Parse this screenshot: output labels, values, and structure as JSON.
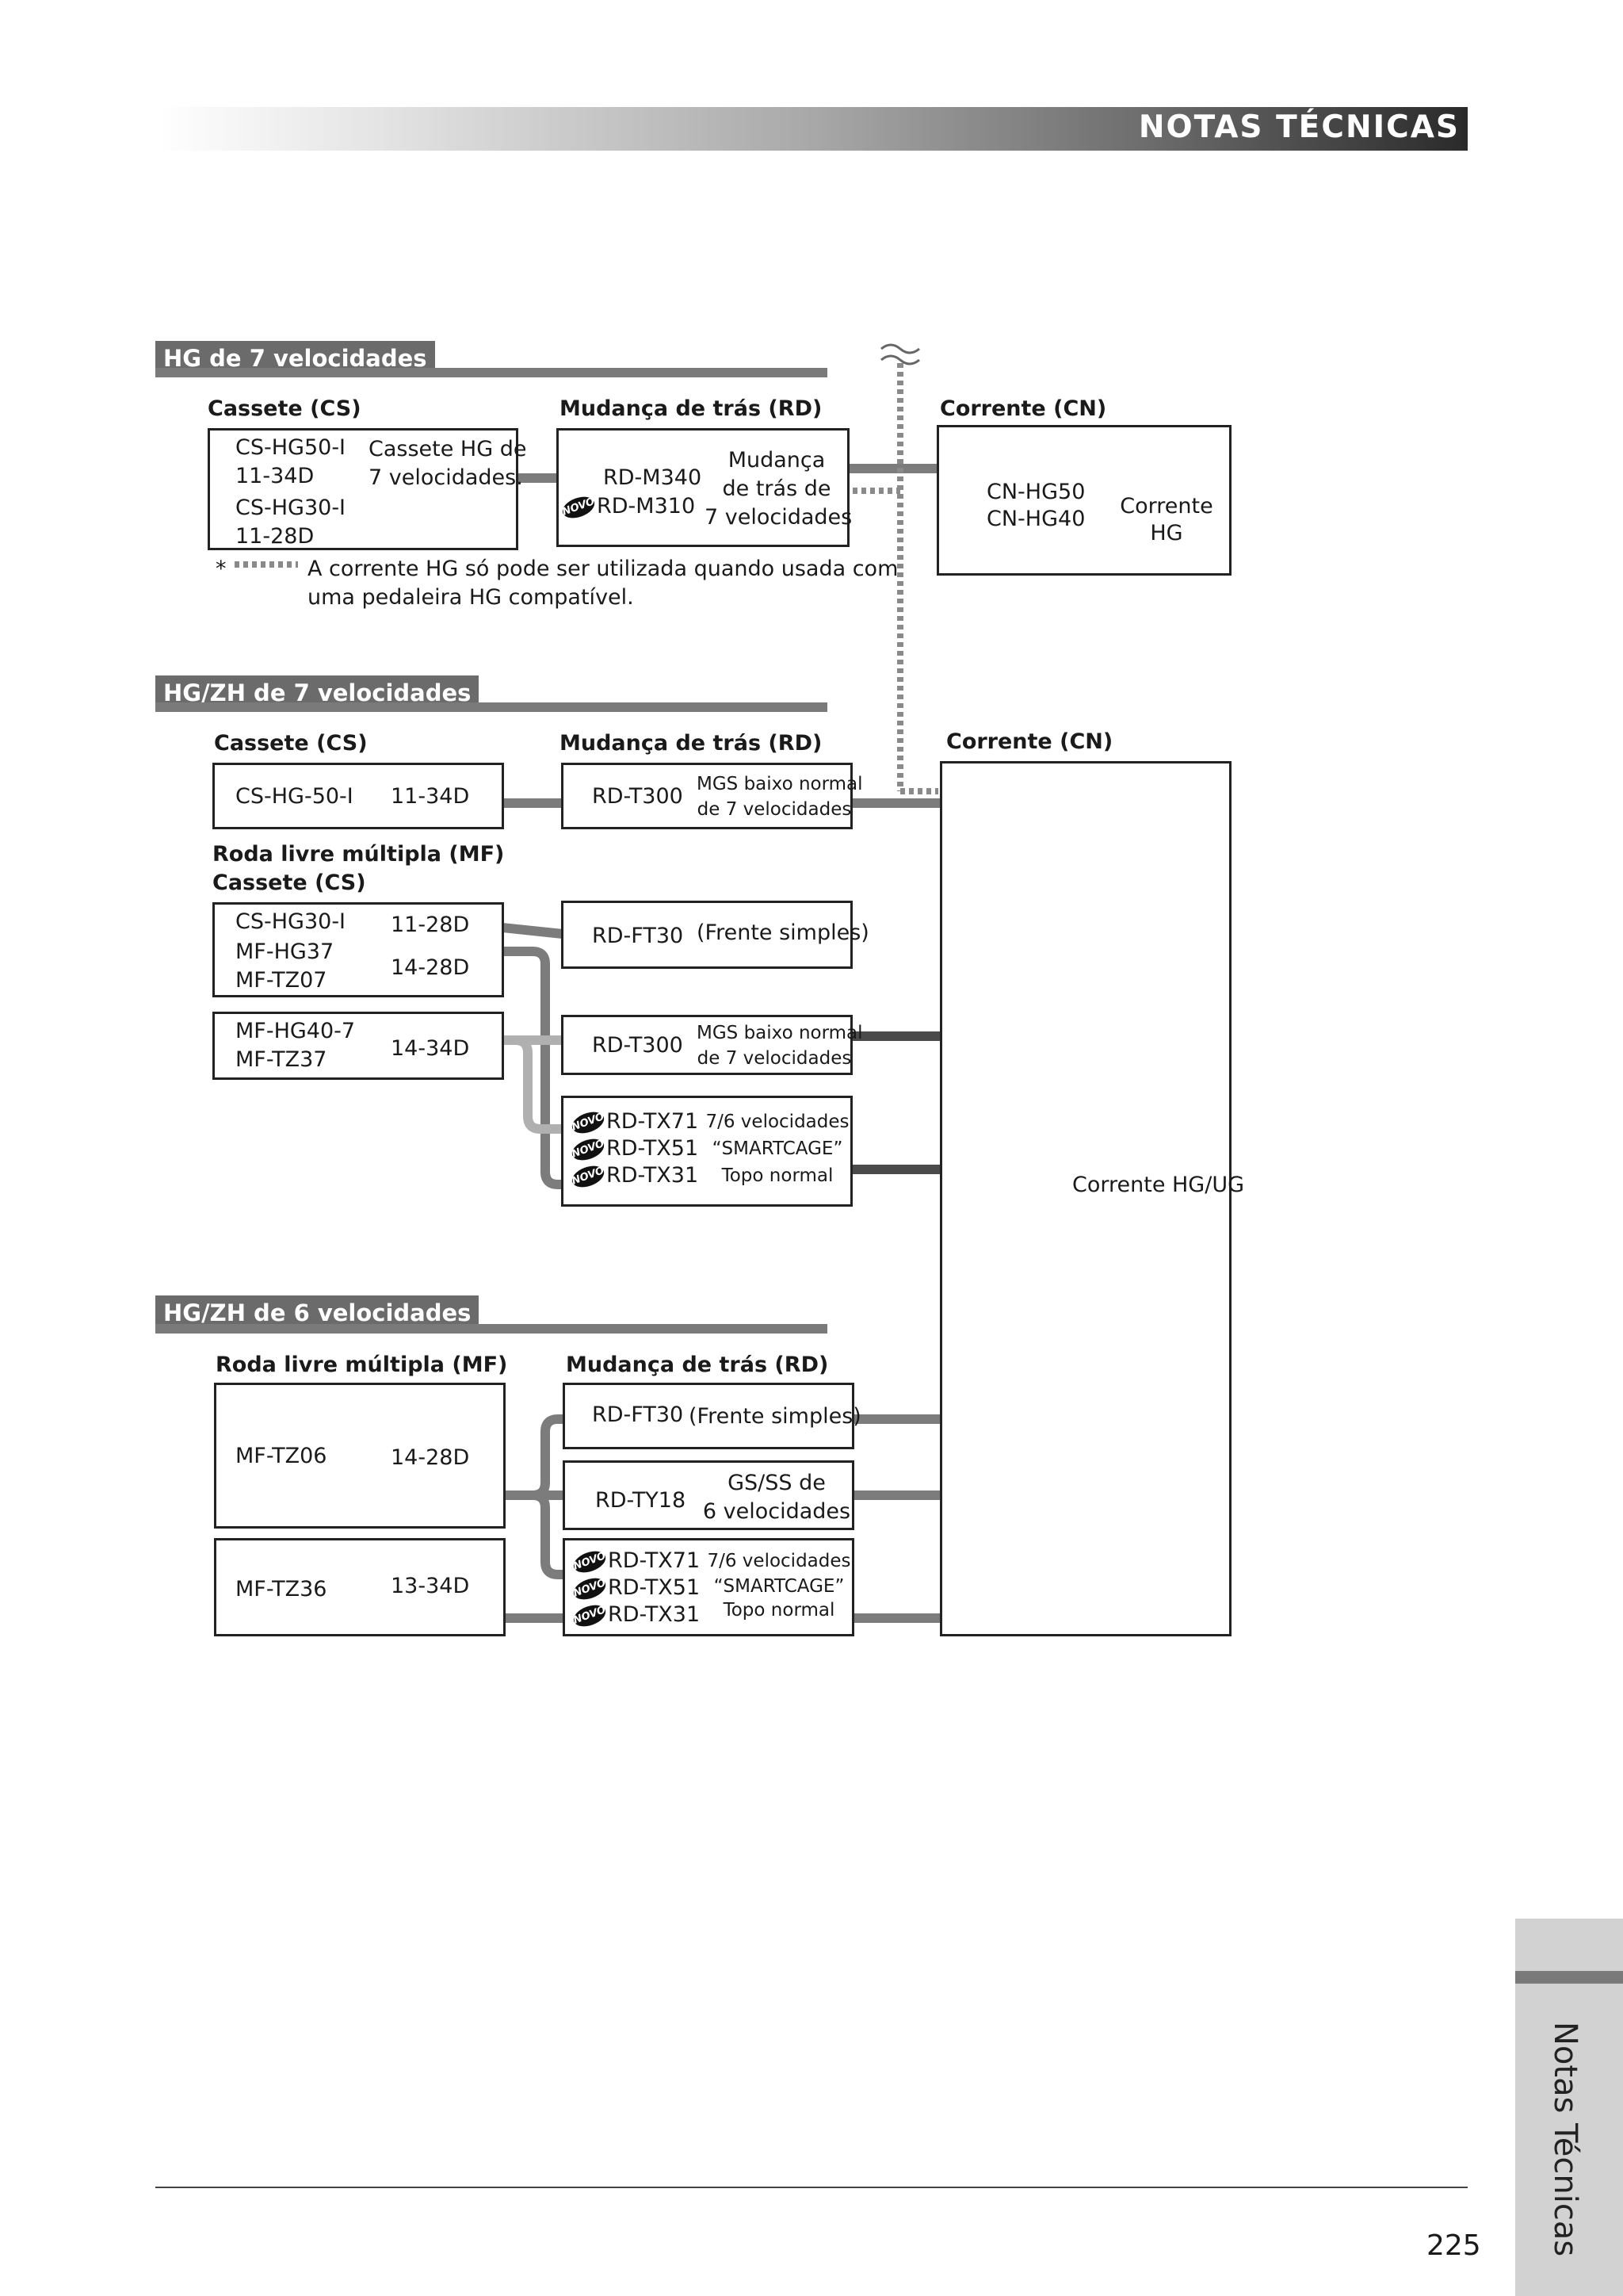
{
  "header": {
    "title": "NOTAS TÉCNICAS"
  },
  "sections": [
    {
      "title": "HG de 7 velocidades"
    },
    {
      "title": "HG/ZH de 7 velocidades"
    },
    {
      "title": "HG/ZH de 6 velocidades"
    }
  ],
  "s1": {
    "cs_header": "Cassete (CS)",
    "rd_header": "Mudança de trás (RD)",
    "cn_header": "Corrente (CN)",
    "cs_item1": "CS-HG50-I",
    "cs_item1_range": "11-34D",
    "cs_item2": "CS-HG30-I",
    "cs_item2_range": "11-28D",
    "cs_desc1": "Cassete HG de",
    "cs_desc2": "7 velocidades.",
    "rd_item1": "RD-M340",
    "rd_item2": "RD-M310",
    "rd_desc1": "Mudança",
    "rd_desc2": "de trás de",
    "rd_desc3": "7 velocidades",
    "cn_item1": "CN-HG50",
    "cn_item2": "CN-HG40",
    "cn_desc1": "Corrente",
    "cn_desc2": "HG",
    "note_marker": "*",
    "note_line1": "A corrente HG só pode ser utilizada quando usada com",
    "note_line2": "uma pedaleira HG compatível."
  },
  "s2": {
    "cs_header": "Cassete (CS)",
    "rd_header": "Mudança de trás (RD)",
    "cn_header": "Corrente (CN)",
    "cs1_model": "CS-HG-50-I",
    "cs1_range": "11-34D",
    "rd1_model": "RD-T300",
    "rd1_desc1": "MGS baixo normal",
    "rd1_desc2": "de 7 velocidades",
    "mf_header1": "Roda livre múltipla (MF)",
    "mf_header2": "Cassete (CS)",
    "mfa_model1": "CS-HG30-I",
    "mfa_range1": "11-28D",
    "mfa_model2": "MF-HG37",
    "mfa_model3": "MF-TZ07",
    "mfa_range2": "14-28D",
    "mfb_model1": "MF-HG40-7",
    "mfb_model2": "MF-TZ37",
    "mfb_range": "14-34D",
    "rd2_model": "RD-FT30",
    "rd2_desc": "(Frente simples)",
    "rd3_model": "RD-T300",
    "rd3_desc1": "MGS baixo normal",
    "rd3_desc2": "de 7 velocidades",
    "rd4_model1": "RD-TX71",
    "rd4_model2": "RD-TX51",
    "rd4_model3": "RD-TX31",
    "rd4_desc1": "7/6 velocidades",
    "rd4_desc2": "“SMARTCAGE”",
    "rd4_desc3": "Topo normal",
    "cn_desc": "Corrente HG/UG"
  },
  "s3": {
    "mf_header": "Roda livre múltipla (MF)",
    "rd_header": "Mudança de trás (RD)",
    "mf1_model": "MF-TZ06",
    "mf1_range": "14-28D",
    "mf2_model": "MF-TZ36",
    "mf2_range": "13-34D",
    "rd1_model": "RD-FT30",
    "rd1_desc": "(Frente simples)",
    "rd2_model": "RD-TY18",
    "rd2_desc1": "GS/SS de",
    "rd2_desc2": "6 velocidades",
    "rd3_model1": "RD-TX71",
    "rd3_model2": "RD-TX51",
    "rd3_model3": "RD-TX31",
    "rd3_desc1": "7/6 velocidades",
    "rd3_desc2": "“SMARTCAGE”",
    "rd3_desc3": "Topo normal"
  },
  "badge_label": "NOVO",
  "side_tab": "Notas Técnicas",
  "page_number": "225",
  "colors": {
    "wire_mid": "#7c7c7c",
    "wire_dark": "#4a4a4a",
    "wire_light": "#b0b0b0",
    "dotted": "#8a8a8a",
    "section_tag": "#6b6b6b"
  }
}
